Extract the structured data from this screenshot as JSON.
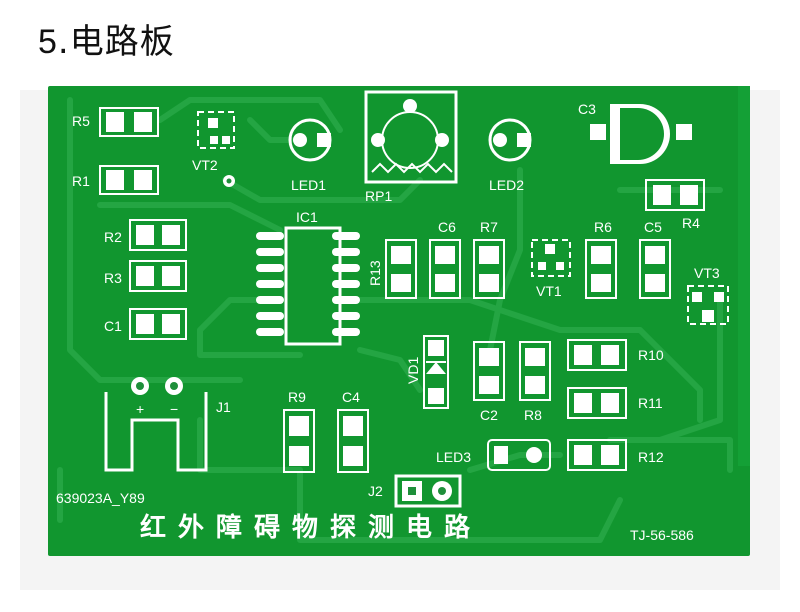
{
  "heading": {
    "number": "5",
    "text": ".电路板"
  },
  "board": {
    "colors": {
      "pcb": "#11962f",
      "trace": "#24a543",
      "silk": "#ffffff",
      "pad": "#ffffff"
    },
    "title_text": "红外障碍物探测电路",
    "serial_text": "639023A_Y89",
    "model_text": "TJ-56-586",
    "labels": {
      "R5": "R5",
      "R1": "R1",
      "VT2": "VT2",
      "LED1": "LED1",
      "RP1": "RP1",
      "LED2": "LED2",
      "C3": "C3",
      "R4": "R4",
      "R2": "R2",
      "R3": "R3",
      "C1": "C1",
      "IC1": "IC1",
      "R13": "R13",
      "C6": "C6",
      "R7": "R7",
      "VT1": "VT1",
      "R6": "R6",
      "C5": "C5",
      "VT3": "VT3",
      "VD1": "VD1",
      "R10": "R10",
      "R11": "R11",
      "C2": "C2",
      "R8": "R8",
      "J1": "J1",
      "plus": "+",
      "minus": "−",
      "R9": "R9",
      "C4": "C4",
      "LED3": "LED3",
      "R12": "R12",
      "J2": "J2"
    }
  }
}
